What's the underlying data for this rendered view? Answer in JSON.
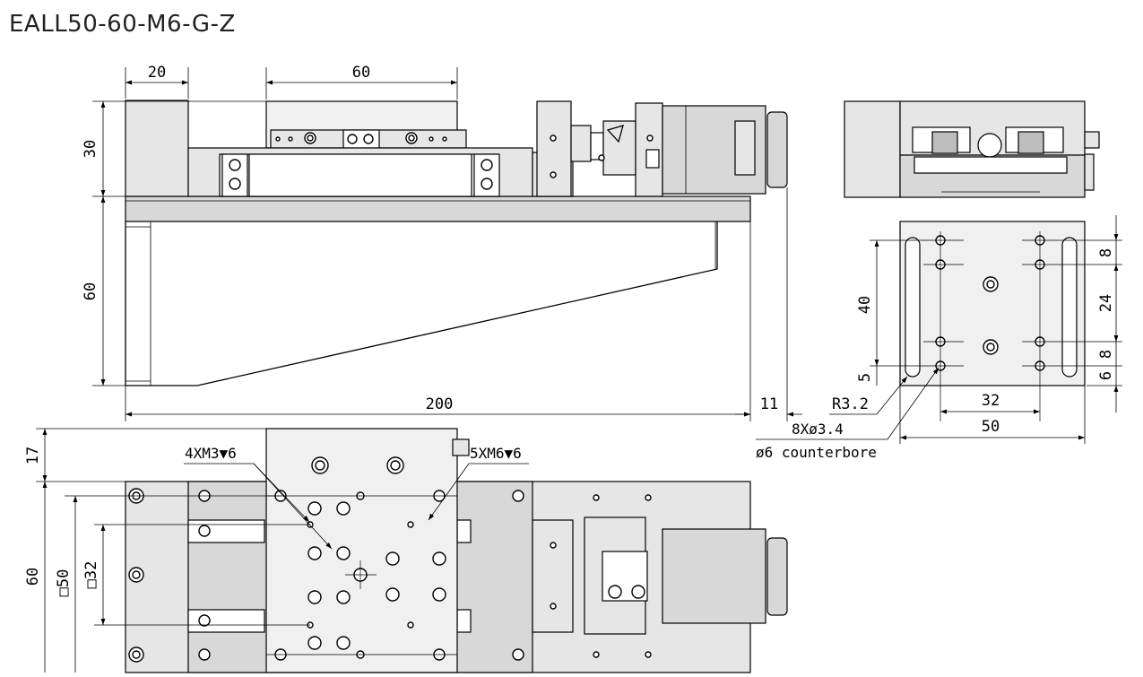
{
  "title": "EALL50-60-M6-G-Z",
  "dimensions": {
    "side_20": "20",
    "side_60_top": "60",
    "side_30": "30",
    "side_60_left": "60",
    "side_200": "200",
    "side_11": "11",
    "end_40": "40",
    "end_5": "5",
    "end_8_top": "8",
    "end_24": "24",
    "end_8_bottom": "8",
    "end_6": "6",
    "end_32": "32",
    "end_50": "50",
    "end_r": "R3.2",
    "top_17": "17",
    "top_60": "60",
    "top_sq50": "□50",
    "top_sq32": "□32"
  },
  "notes": {
    "holes_m3": "4XM3▼6",
    "holes_m6": "5XM6▼6",
    "holes_bore": "8Xø3.4",
    "counterbore": "ø6 counterbore"
  }
}
